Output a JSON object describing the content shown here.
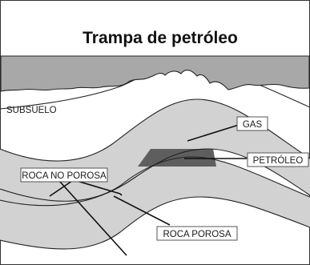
{
  "title": "Trampa de petróleo",
  "labels": {
    "subsuelo": "SUBSUELO",
    "gas": "GAS",
    "petroleo": "PETRÓLEO",
    "roca_no_porosa": "ROCA NO POROSA",
    "roca_porosa": "ROCA POROSA"
  },
  "colors": {
    "surface": "#a8a8a8",
    "porous_rock": "#d2d2d2",
    "non_porous_rock": "#ffffff",
    "oil": "#5e5e5e",
    "gas": "#d2d2d2",
    "outline": "#222222"
  }
}
